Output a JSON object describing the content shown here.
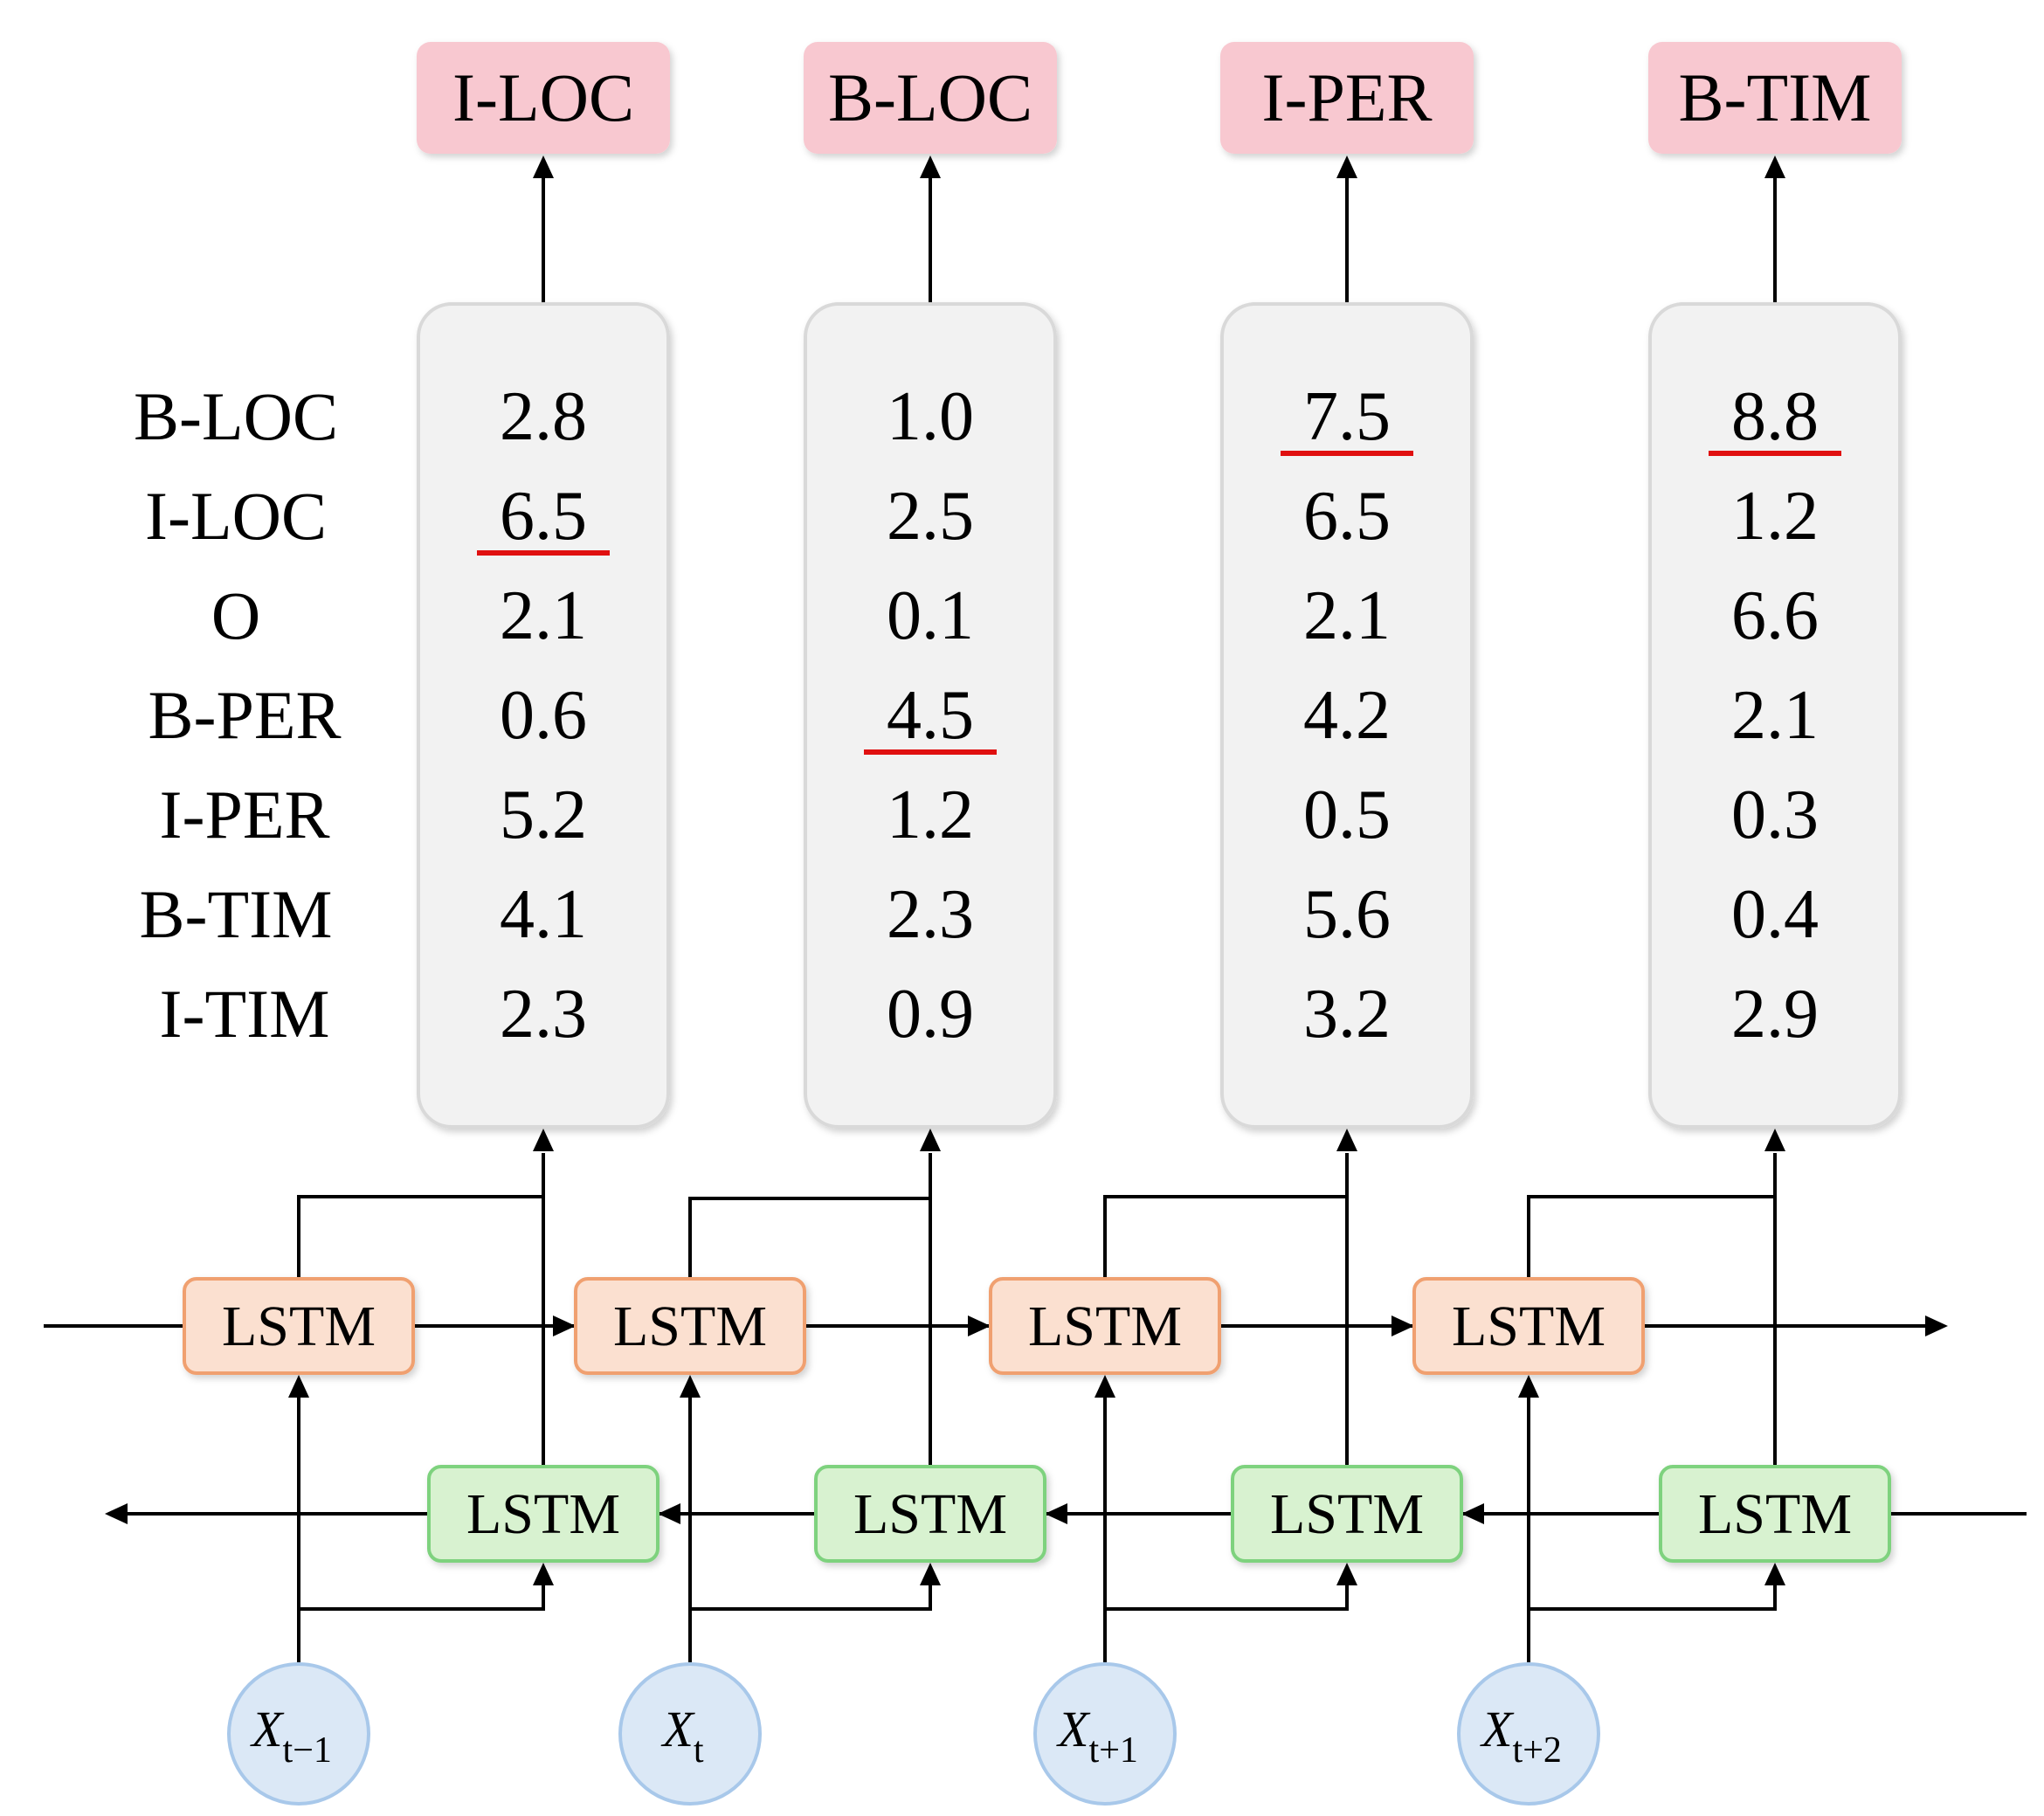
{
  "row_labels": [
    "B-LOC",
    "I-LOC",
    "O",
    "B-PER",
    "I-PER",
    "B-TIM",
    "I-TIM"
  ],
  "columns": [
    {
      "tag": "I-LOC",
      "scores": [
        "2.8",
        "6.5",
        "2.1",
        "0.6",
        "5.2",
        "4.1",
        "2.3"
      ],
      "max_index": 1,
      "input": {
        "var": "X",
        "sub": "t−1"
      }
    },
    {
      "tag": "B-LOC",
      "scores": [
        "1.0",
        "2.5",
        "0.1",
        "4.5",
        "1.2",
        "2.3",
        "0.9"
      ],
      "max_index": 3,
      "input": {
        "var": "X",
        "sub": "t"
      }
    },
    {
      "tag": "I-PER",
      "scores": [
        "7.5",
        "6.5",
        "2.1",
        "4.2",
        "0.5",
        "5.6",
        "3.2"
      ],
      "max_index": 0,
      "input": {
        "var": "X",
        "sub": "t+1"
      }
    },
    {
      "tag": "B-TIM",
      "scores": [
        "8.8",
        "1.2",
        "6.6",
        "2.1",
        "0.3",
        "0.4",
        "2.9"
      ],
      "max_index": 0,
      "input": {
        "var": "X",
        "sub": "t+2"
      }
    }
  ],
  "forward_cell_label": "LSTM",
  "backward_cell_label": "LSTM",
  "colors": {
    "tag_box": "#f8c8d0",
    "score_box": "#f2f2f2",
    "score_border": "#d9d9d9",
    "forward_fill": "#fbe0d0",
    "forward_border": "#f0a070",
    "backward_fill": "#d8f2d0",
    "backward_border": "#7ed27e",
    "input_fill": "#dbe8f6",
    "input_border": "#a8c8ea",
    "highlight": "#e01010",
    "line": "#000000"
  }
}
